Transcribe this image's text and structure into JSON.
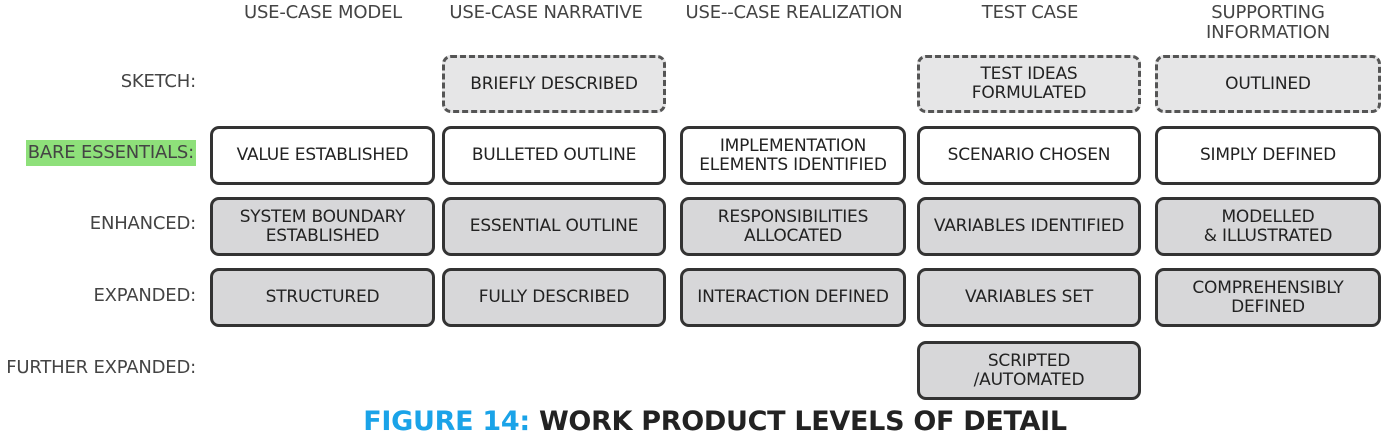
{
  "columns": [
    "USE-CASE MODEL",
    "USE-CASE NARRATIVE",
    "USE--CASE REALIZATION",
    "TEST CASE",
    "SUPPORTING\nINFORMATION"
  ],
  "rows": [
    "SKETCH:",
    "BARE ESSENTIALS:",
    "ENHANCED:",
    "EXPANDED:",
    "FURTHER EXPANDED:"
  ],
  "highlight_color": "#8ee07a",
  "cells": {
    "sketch": {
      "use_case_narrative": "BRIEFLY DESCRIBED",
      "test_case": "TEST IDEAS\nFORMULATED",
      "supporting_information": "OUTLINED"
    },
    "bare_essentials": {
      "use_case_model": "VALUE ESTABLISHED",
      "use_case_narrative": "BULLETED OUTLINE",
      "use_case_realization": "IMPLEMENTATION\nELEMENTS IDENTIFIED",
      "test_case": "SCENARIO CHOSEN",
      "supporting_information": "SIMPLY DEFINED"
    },
    "enhanced": {
      "use_case_model": "SYSTEM BOUNDARY\nESTABLISHED",
      "use_case_narrative": "ESSENTIAL OUTLINE",
      "use_case_realization": "RESPONSIBILITIES\nALLOCATED",
      "test_case": "VARIABLES IDENTIFIED",
      "supporting_information": "MODELLED\n& ILLUSTRATED"
    },
    "expanded": {
      "use_case_model": "STRUCTURED",
      "use_case_narrative": "FULLY DESCRIBED",
      "use_case_realization": "INTERACTION DEFINED",
      "test_case": "VARIABLES SET",
      "supporting_information": "COMPREHENSIBLY\nDEFINED"
    },
    "further_expanded": {
      "test_case": "SCRIPTED\n/AUTOMATED"
    }
  },
  "caption": {
    "prefix": "FIGURE 14:",
    "title": "WORK PRODUCT LEVELS OF DETAIL"
  },
  "colors": {
    "caption_prefix": "#1aa3e8",
    "filled_box": "#d7d7d9",
    "dashed_box": "#e6e6e7"
  }
}
